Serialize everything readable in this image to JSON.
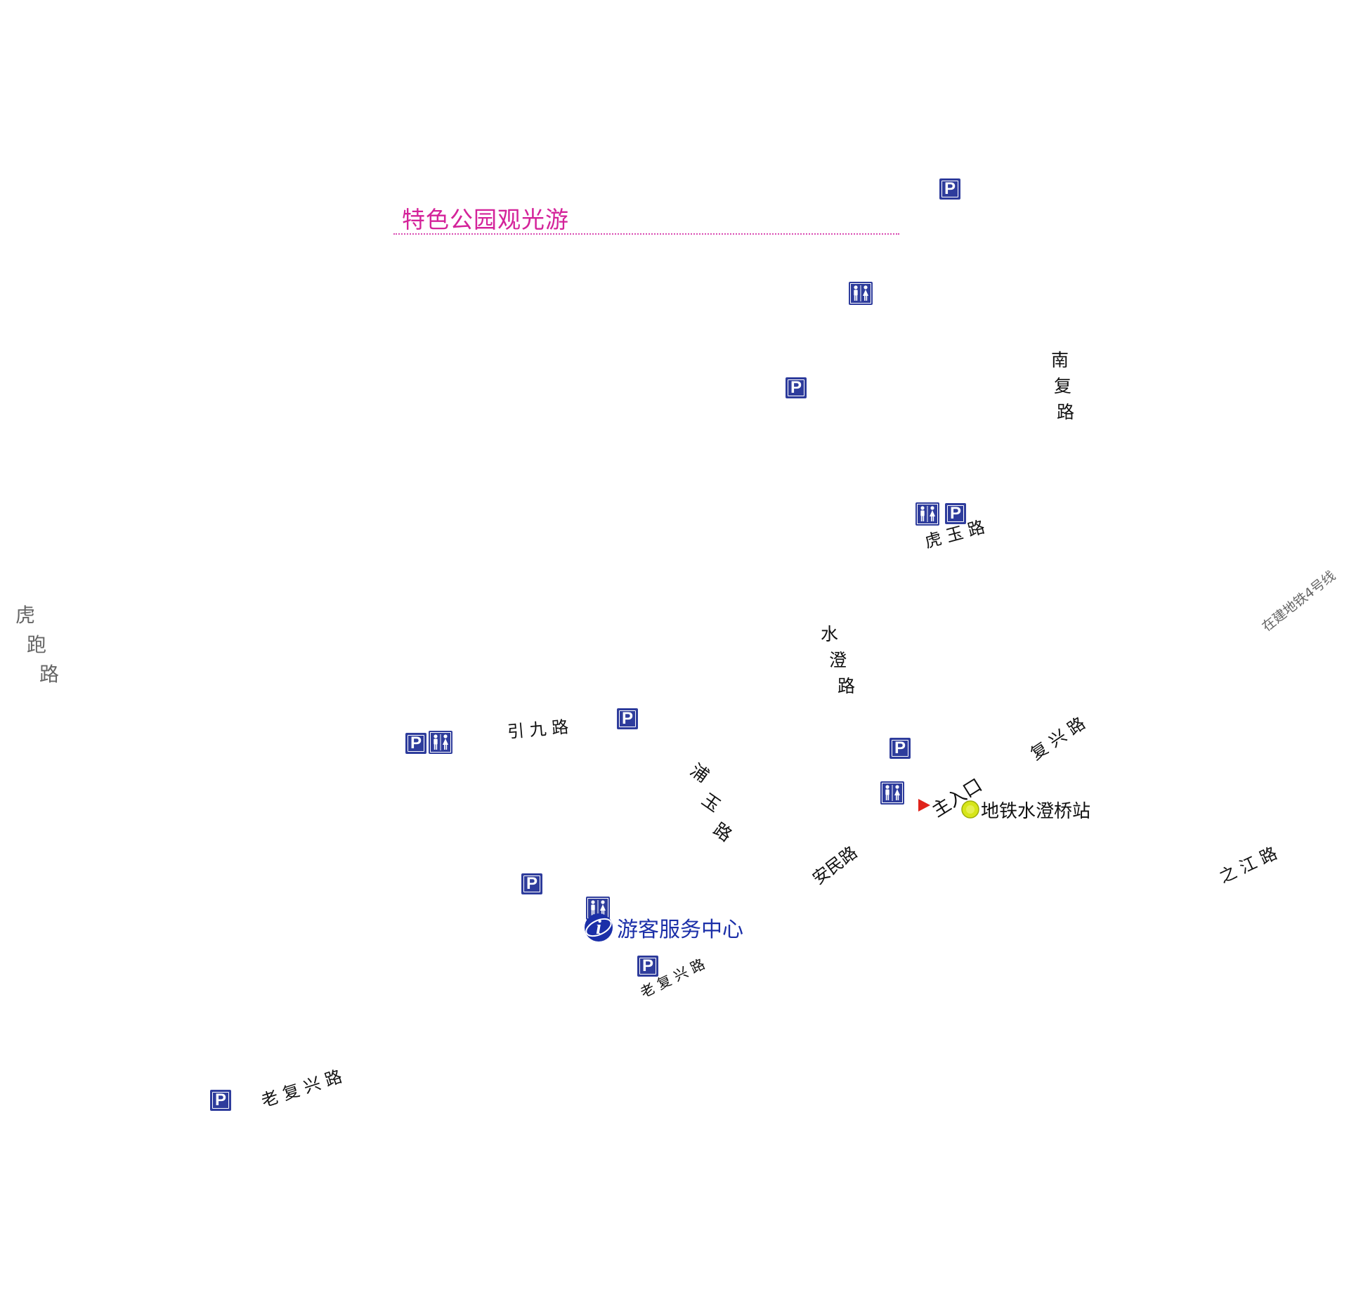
{
  "map_title": "特色公园观光游",
  "roads": {
    "nanfu": [
      "南",
      "复",
      "路"
    ],
    "hupao": [
      "虎",
      "跑",
      "路"
    ],
    "shuicheng": [
      "水",
      "澄",
      "路"
    ],
    "puyu": [
      "浦",
      "玉",
      "路"
    ],
    "huyu": "虎 玉 路",
    "yinjiu": "引 九 路",
    "fuxing": "复 兴 路",
    "anmin": "安民路",
    "zhijiang": "之 江 路",
    "laofuxing_small": "老 复 兴 路",
    "laofuxing": "老 复 兴 路",
    "metro_line": "在建地铁4号线"
  },
  "pois": {
    "main_entrance": "主入口",
    "metro_station": "地铁水澄桥站",
    "visitor_center": "游客服务中心"
  },
  "icons": {
    "parking": "P"
  },
  "colors": {
    "title": "#d4239a",
    "icon_blue": "#2e3c9c",
    "visitor_center": "#1b2fa8",
    "entrance_arrow": "#e0231b",
    "metro_dot": "#d7e619"
  }
}
